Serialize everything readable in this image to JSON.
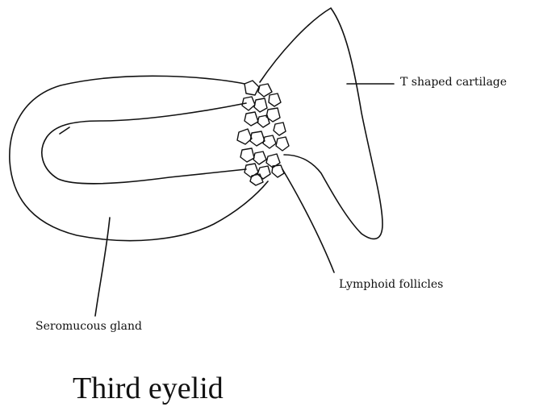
{
  "diagram": {
    "title": "Third eyelid",
    "labels": {
      "cartilage": "T shaped cartilage",
      "follicles": "Lymphoid follicles",
      "gland": "Seromucous gland"
    },
    "colors": {
      "stroke": "#111111",
      "background": "#ffffff"
    }
  }
}
